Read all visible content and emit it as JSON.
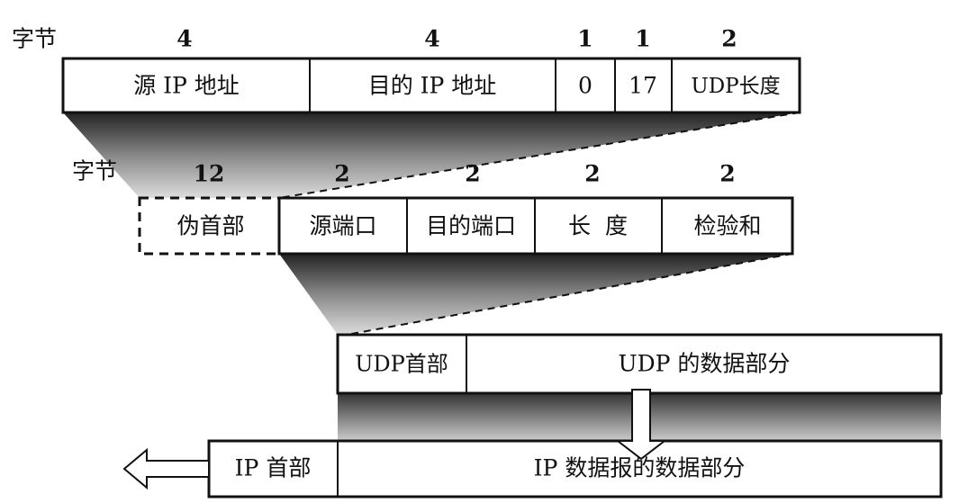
{
  "ip_pseudo_header": {
    "unit_label": "字节",
    "byte_sizes": [
      "4",
      "4",
      "1",
      "1",
      "2"
    ],
    "fields": [
      "源 IP 地址",
      "目的 IP 地址",
      "0",
      "17",
      "UDP长度"
    ]
  },
  "udp_header": {
    "unit_label": "字节",
    "byte_sizes": [
      "12",
      "2",
      "2",
      "2",
      "2"
    ],
    "fields": [
      "伪首部",
      "源端口",
      "目的端口",
      "长  度",
      "检验和"
    ]
  },
  "udp_datagram": {
    "fields": [
      "UDP首部",
      "UDP 的数据部分"
    ]
  },
  "ip_datagram": {
    "fields": [
      "IP 首部",
      "IP 数据报的数据部分"
    ]
  }
}
